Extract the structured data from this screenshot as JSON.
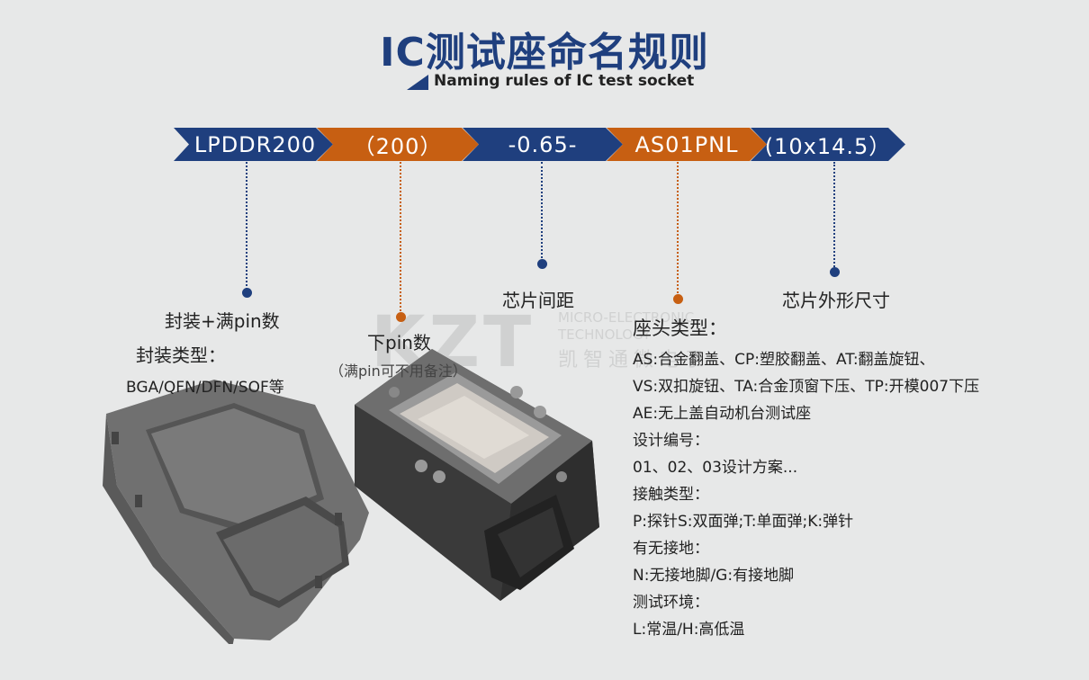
{
  "header": {
    "title": "IC测试座命名规则",
    "subtitle": "Naming rules of IC test socket"
  },
  "segments": [
    {
      "text": "LPDDR200",
      "color": "#1f3f7e"
    },
    {
      "text": "（200）",
      "color": "#c75f12"
    },
    {
      "text": "-0.65-",
      "color": "#1f3f7e"
    },
    {
      "text": "AS01PNL",
      "color": "#c75f12"
    },
    {
      "text": "(10x14.5）",
      "color": "#1f3f7e"
    }
  ],
  "labels": {
    "package_pin": "封装+满pin数",
    "package_type": "封装类型：",
    "package_examples": "BGA/QFN/DFN/SOF等",
    "down_pin": "下pin数",
    "down_pin_note": "（满pin可不用备注）",
    "pitch": "芯片间距",
    "chip_size": "芯片外形尺寸"
  },
  "watermark": {
    "logo": "KZT",
    "line1": "MICRO-ELECTRONIC",
    "line2": "TECHNOLOGY",
    "cn": "凯智通微电子"
  },
  "legend": {
    "heading": "座头类型：",
    "lines": [
      "AS:合金翻盖、CP:塑胶翻盖、AT:翻盖旋钮、",
      "VS:双扣旋钮、TA:合金顶窗下压、TP:开模007下压",
      "AE:无上盖自动机台测试座",
      "设计编号：",
      "01、02、03设计方案...",
      "接触类型：",
      "P:探针S:双面弹;T:单面弹;K:弹针",
      "有无接地：",
      "N:无接地脚/G:有接地脚",
      "测试环境：",
      "L:常温/H:高低温"
    ]
  }
}
